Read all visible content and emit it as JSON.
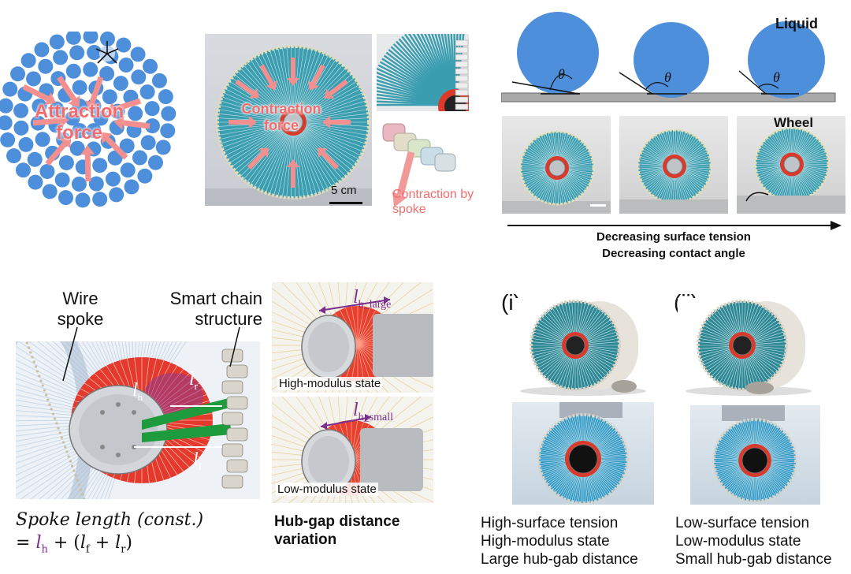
{
  "panel_a": {
    "attraction_text": "Attraction force"
  },
  "panel_b": {
    "contraction_text": "Contraction force",
    "scale_text": "5 cm",
    "spoke_contraction_text": "Contraction by spoke"
  },
  "panel_c": {
    "liquid_label": "Liquid",
    "theta": "θ",
    "wheel_label": "Wheel",
    "axis_line1": "Decreasing surface tension",
    "axis_line2": "Decreasing contact angle"
  },
  "panel_d": {
    "wire_spoke": "Wire spoke",
    "smart_chain": "Smart chain structure",
    "lh": "l",
    "lh_sub": "h",
    "lr": "l",
    "lr_sub": "r",
    "lf": "l",
    "lf_sub": "f",
    "formula_line1": "Spoke length (const.)",
    "formula_eq": "= ",
    "formula_plus": " + (",
    "formula_plus2": " + ",
    "formula_close": ")"
  },
  "panel_e": {
    "lh_large_sub": "h_large",
    "lh_small_sub": "h_small",
    "high_state": "High-modulus state",
    "low_state": "Low-modulus state",
    "caption": "Hub-gap distance variation"
  },
  "panel_f": {
    "label_i": "(i)",
    "label_ii": "(ii)",
    "left_caption": [
      "High-surface tension",
      "High-modulus state",
      "Large hub-gab distance"
    ],
    "right_caption": [
      "Low-surface tension",
      "Low-modulus state",
      "Small hub-gab distance"
    ]
  }
}
